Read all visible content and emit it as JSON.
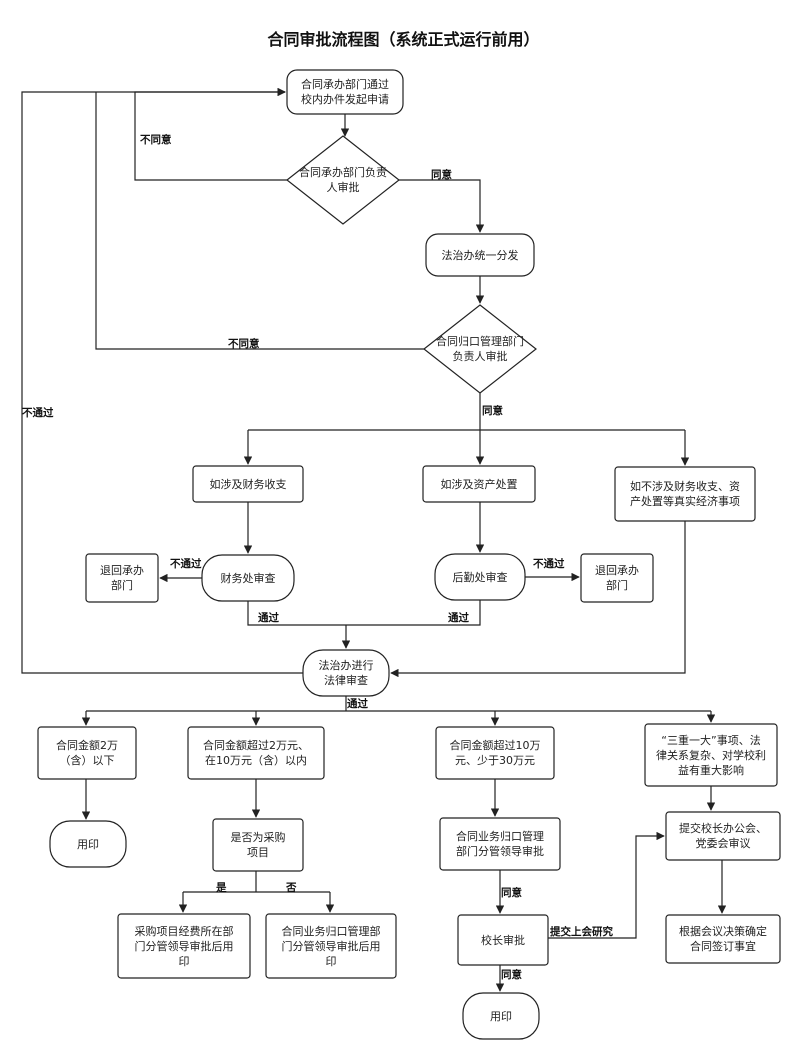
{
  "title": "合同审批流程图（系统正式运行前用）",
  "nodes": {
    "start": "合同承办部门通过\n校内办件发起申请",
    "dept_head": "合同承办部门负责\n人审批",
    "legal_dispatch": "法治办统一分发",
    "mgmt_head": "合同归口管理部门\n负责人审批",
    "finance_case": "如涉及财务收支",
    "asset_case": "如涉及资产处置",
    "other_case": "如不涉及财务收支、资\n产处置等真实经济事项",
    "finance_review": "财务处审查",
    "logistics_review": "后勤处审查",
    "return_left": "退回承办\n部门",
    "return_right": "退回承办\n部门",
    "legal_review": "法治办进行\n法律审查",
    "amt_small": "合同金额2万\n（含）以下",
    "amt_mid": "合同金额超过2万元、\n在10万元（含）以内",
    "amt_large": "合同金额超过10万\n元、少于30万元",
    "major": "“三重一大”事项、法\n律关系复杂、对学校利\n益有重大影响",
    "seal_1": "用印",
    "is_procurement": "是否为采购\n项目",
    "proc_yes": "采购项目经费所在部\n门分管领导审批后用\n印",
    "proc_no": "合同业务归口管理部\n门分管领导审批后用\n印",
    "mgmt_leader": "合同业务归口管理\n部门分管领导审批",
    "president": "校长审批",
    "seal_2": "用印",
    "meeting": "提交校长办公会、\n党委会审议",
    "sign": "根据会议决策确定\n合同签订事宜"
  },
  "edge_labels": {
    "disagree_1": "不同意",
    "agree_1": "同意",
    "disagree_2": "不同意",
    "agree_2": "同意",
    "fail_outer": "不通过",
    "fail_finance": "不通过",
    "fail_logistics": "不通过",
    "pass_finance": "通过",
    "pass_logistics": "通过",
    "pass_legal": "通过",
    "yes": "是",
    "no": "否",
    "agree_3": "同意",
    "submit_meeting": "提交上会研究",
    "agree_4": "同意"
  }
}
